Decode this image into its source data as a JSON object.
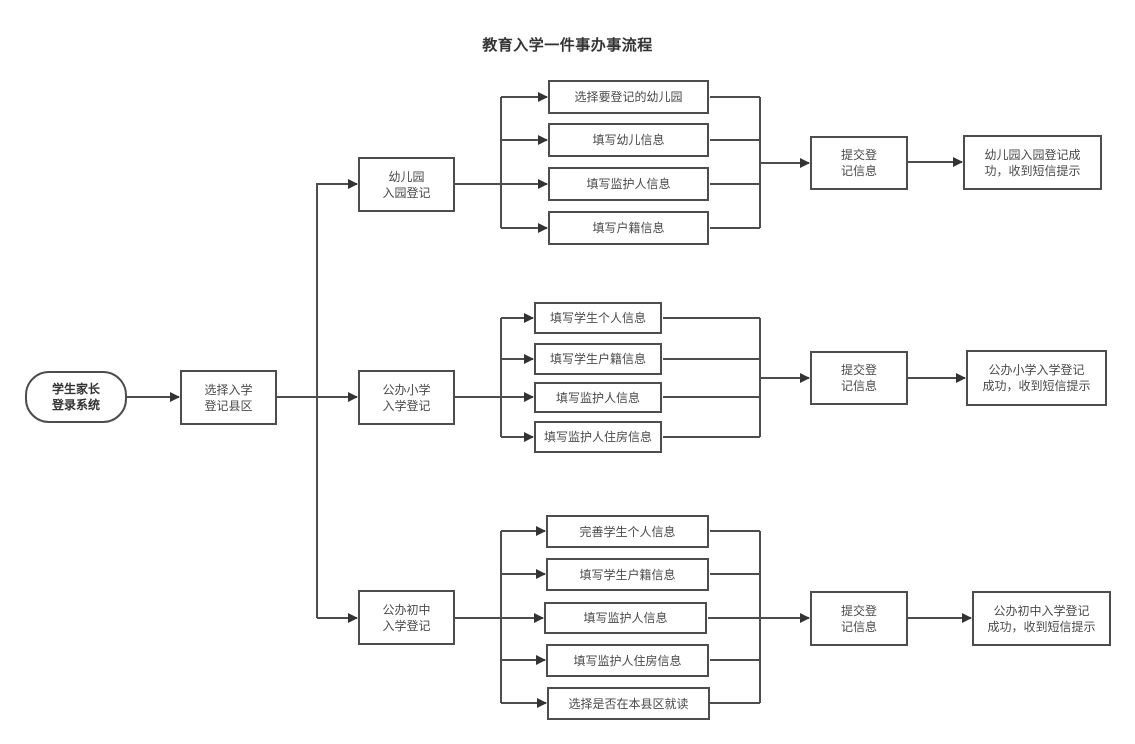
{
  "title": "教育入学一件事办事流程",
  "colors": {
    "line": "#333333",
    "border": "#4d4d4d",
    "text": "#4a4a4a"
  },
  "start": {
    "label": "学生家长\n登录系统"
  },
  "select_district": {
    "label": "选择入学\n登记县区"
  },
  "branches": [
    {
      "id": "kindergarten",
      "label": "幼儿园\n入园登记",
      "steps": [
        "选择要登记的幼儿园",
        "填写幼儿信息",
        "填写监护人信息",
        "填写户籍信息"
      ],
      "submit": "提交登\n记信息",
      "result": "幼儿园入园登记成\n功，收到短信提示"
    },
    {
      "id": "primary",
      "label": "公办小学\n入学登记",
      "steps": [
        "填写学生个人信息",
        "填写学生户籍信息",
        "填写监护人信息",
        "填写监护人住房信息"
      ],
      "submit": "提交登\n记信息",
      "result": "公办小学入学登记\n成功，收到短信提示"
    },
    {
      "id": "junior",
      "label": "公办初中\n入学登记",
      "steps": [
        "完善学生个人信息",
        "填写学生户籍信息",
        "填写监护人信息",
        "填写监护人住房信息",
        "选择是否在本县区就读"
      ],
      "submit": "提交登\n记信息",
      "result": "公办初中入学登记\n成功，收到短信提示"
    }
  ]
}
